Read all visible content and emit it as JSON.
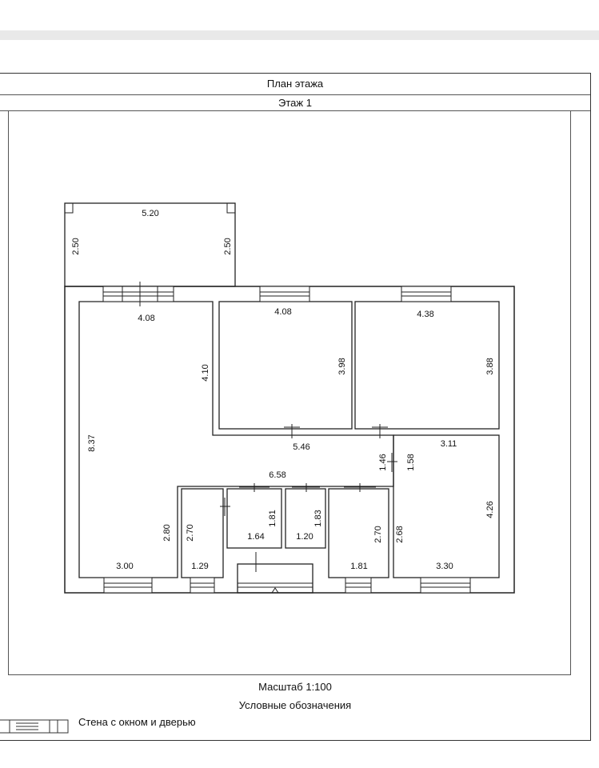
{
  "header": {
    "title": "План этажа",
    "floor": "Этаж 1"
  },
  "dims": {
    "porch_w": "5.20",
    "porch_h_left": "2.50",
    "porch_h_right": "2.50",
    "living_w": "4.08",
    "living_h": "8.37",
    "living_inner": "4.10",
    "room2_w": "4.08",
    "room2_h": "3.98",
    "room3_w": "4.38",
    "room3_h": "3.88",
    "hall_w": "5.46",
    "hall_h": "1.46",
    "corr_w": "6.58",
    "corr_h": "1.58",
    "room4_w": "3.11",
    "room4_h": "4.26",
    "room4_b": "3.30",
    "room4_side": "2.68",
    "kitchen_w": "3.00",
    "kitchen_h": "2.80",
    "bath1_w": "1.29",
    "bath1_h": "2.70",
    "wc1_w": "1.64",
    "wc1_h": "1.81",
    "wc2_w": "1.20",
    "wc2_h": "1.83",
    "room5_w": "1.81",
    "room5_h": "2.70"
  },
  "footer": {
    "scale": "Масштаб 1:100",
    "legend_title": "Условные обозначения",
    "legend_item": "Стена с окном и дверью"
  }
}
